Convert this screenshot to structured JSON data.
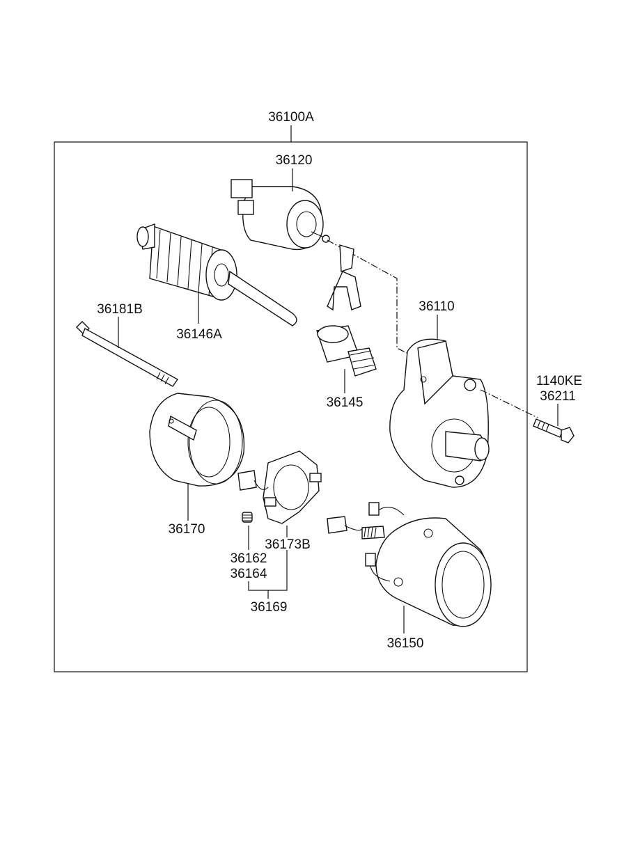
{
  "assembly_label": "36100A",
  "parts": [
    {
      "id": "solenoid",
      "number": "36120"
    },
    {
      "id": "armature",
      "number": "36146A"
    },
    {
      "id": "through-bolt",
      "number": "36181B"
    },
    {
      "id": "drive-housing",
      "number": "36110"
    },
    {
      "id": "pinion-clutch",
      "number": "36145"
    },
    {
      "id": "mounting-bolt",
      "number": "1140KE"
    },
    {
      "id": "mounting-bolt-alt",
      "number": "36211"
    },
    {
      "id": "rear-cover",
      "number": "36170"
    },
    {
      "id": "brush-holder",
      "number": "36173B"
    },
    {
      "id": "brush-spring-1",
      "number": "36162"
    },
    {
      "id": "brush-spring-2",
      "number": "36164"
    },
    {
      "id": "brush-holder-assy",
      "number": "36169"
    },
    {
      "id": "yoke",
      "number": "36150"
    }
  ]
}
